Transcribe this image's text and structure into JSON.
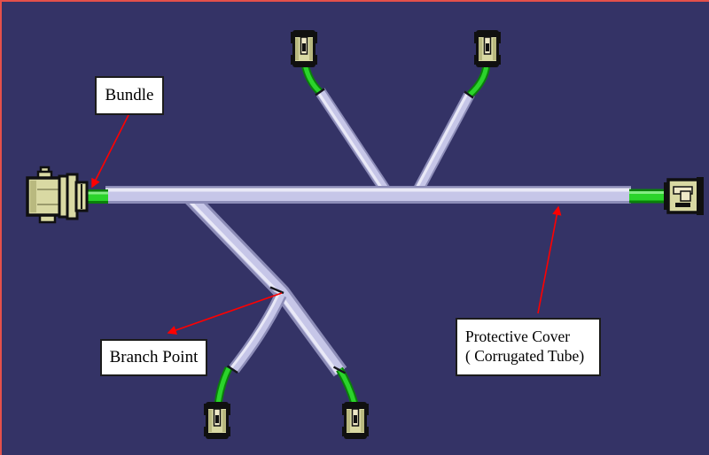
{
  "figure": {
    "callouts": {
      "bundle": "Bundle",
      "branch_point": "Branch Point",
      "protective_cover_line1": "Protective Cover",
      "protective_cover_line2": "( Corrugated Tube)"
    }
  },
  "colors": {
    "background": "#343366",
    "frame_border": "#e4504b",
    "tube_fill": "#c6c6e8",
    "tube_edge": "#8d8db8",
    "tube_highlight": "#ebebf8",
    "wire_green": "#2bd42b",
    "wire_green_dark": "#0a800a",
    "connector_fill": "#d9d9a3",
    "connector_shade": "#b9b97f",
    "connector_outline": "#101010",
    "callout_arrow": "#ff0000",
    "callout_box_bg": "#ffffff",
    "callout_box_border": "#1c1c1c",
    "callout_text": "#000000"
  }
}
